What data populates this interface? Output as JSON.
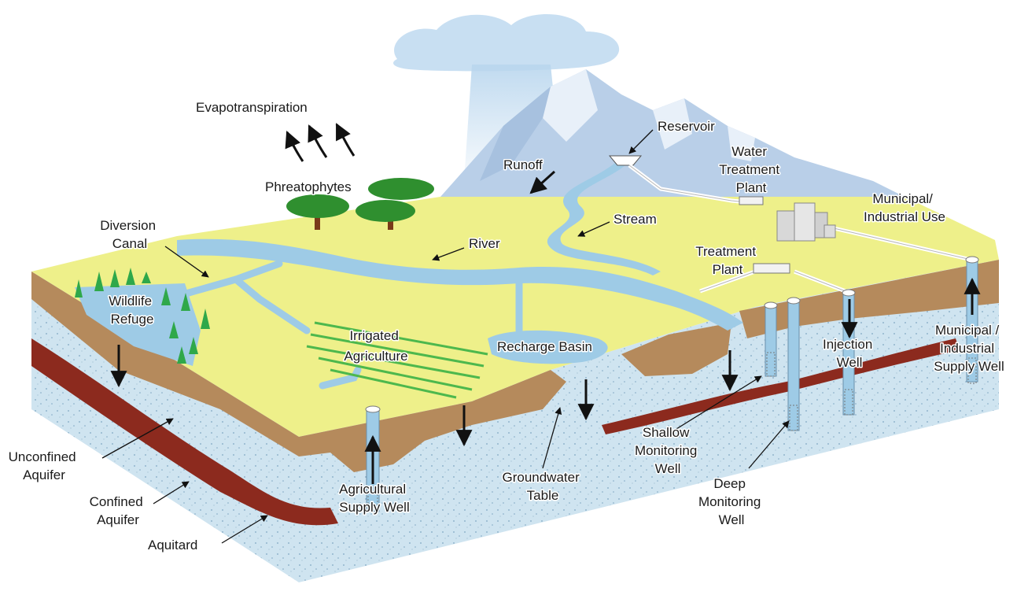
{
  "labels": {
    "evapotranspiration": "Evapotranspiration",
    "phreatophytes": "Phreatophytes",
    "runoff": "Runoff",
    "reservoir": "Reservoir",
    "water_treatment_plant": [
      "Water",
      "Treatment",
      "Plant"
    ],
    "municipal_industrial_use": [
      "Municipal/",
      "Industrial Use"
    ],
    "diversion_canal": [
      "Diversion",
      "Canal"
    ],
    "river": "River",
    "stream": "Stream",
    "treatment_plant": [
      "Treatment",
      "Plant"
    ],
    "wildlife_refuge": [
      "Wildlife",
      "Refuge"
    ],
    "irrigated_agriculture": [
      "Irrigated",
      "Agriculture"
    ],
    "recharge_basin": "Recharge Basin",
    "injection_well": [
      "Injection",
      "Well"
    ],
    "municipal_industrial_supply_well": [
      "Municipal /",
      "Industrial",
      "Supply Well"
    ],
    "shallow_monitoring_well": [
      "Shallow",
      "Monitoring",
      "Well"
    ],
    "deep_monitoring_well": [
      "Deep",
      "Monitoring",
      "Well"
    ],
    "groundwater_table": [
      "Groundwater",
      "Table"
    ],
    "agricultural_supply_well": [
      "Agricultural",
      "Supply Well"
    ],
    "unconfined_aquifer": [
      "Unconfined",
      "Aquifer"
    ],
    "confined_aquifer": [
      "Confined",
      "Aquifer"
    ],
    "aquitard": "Aquitard"
  },
  "colors": {
    "surface": "#eef08a",
    "water": "#9ecbe6",
    "aquifer": "#cfe4f0",
    "soil": "#b58a5c",
    "aquitard": "#8c2a1e",
    "tree": "#2f8f2f",
    "mountain": "#b9cfe8",
    "cloud": "#c8dff2"
  }
}
